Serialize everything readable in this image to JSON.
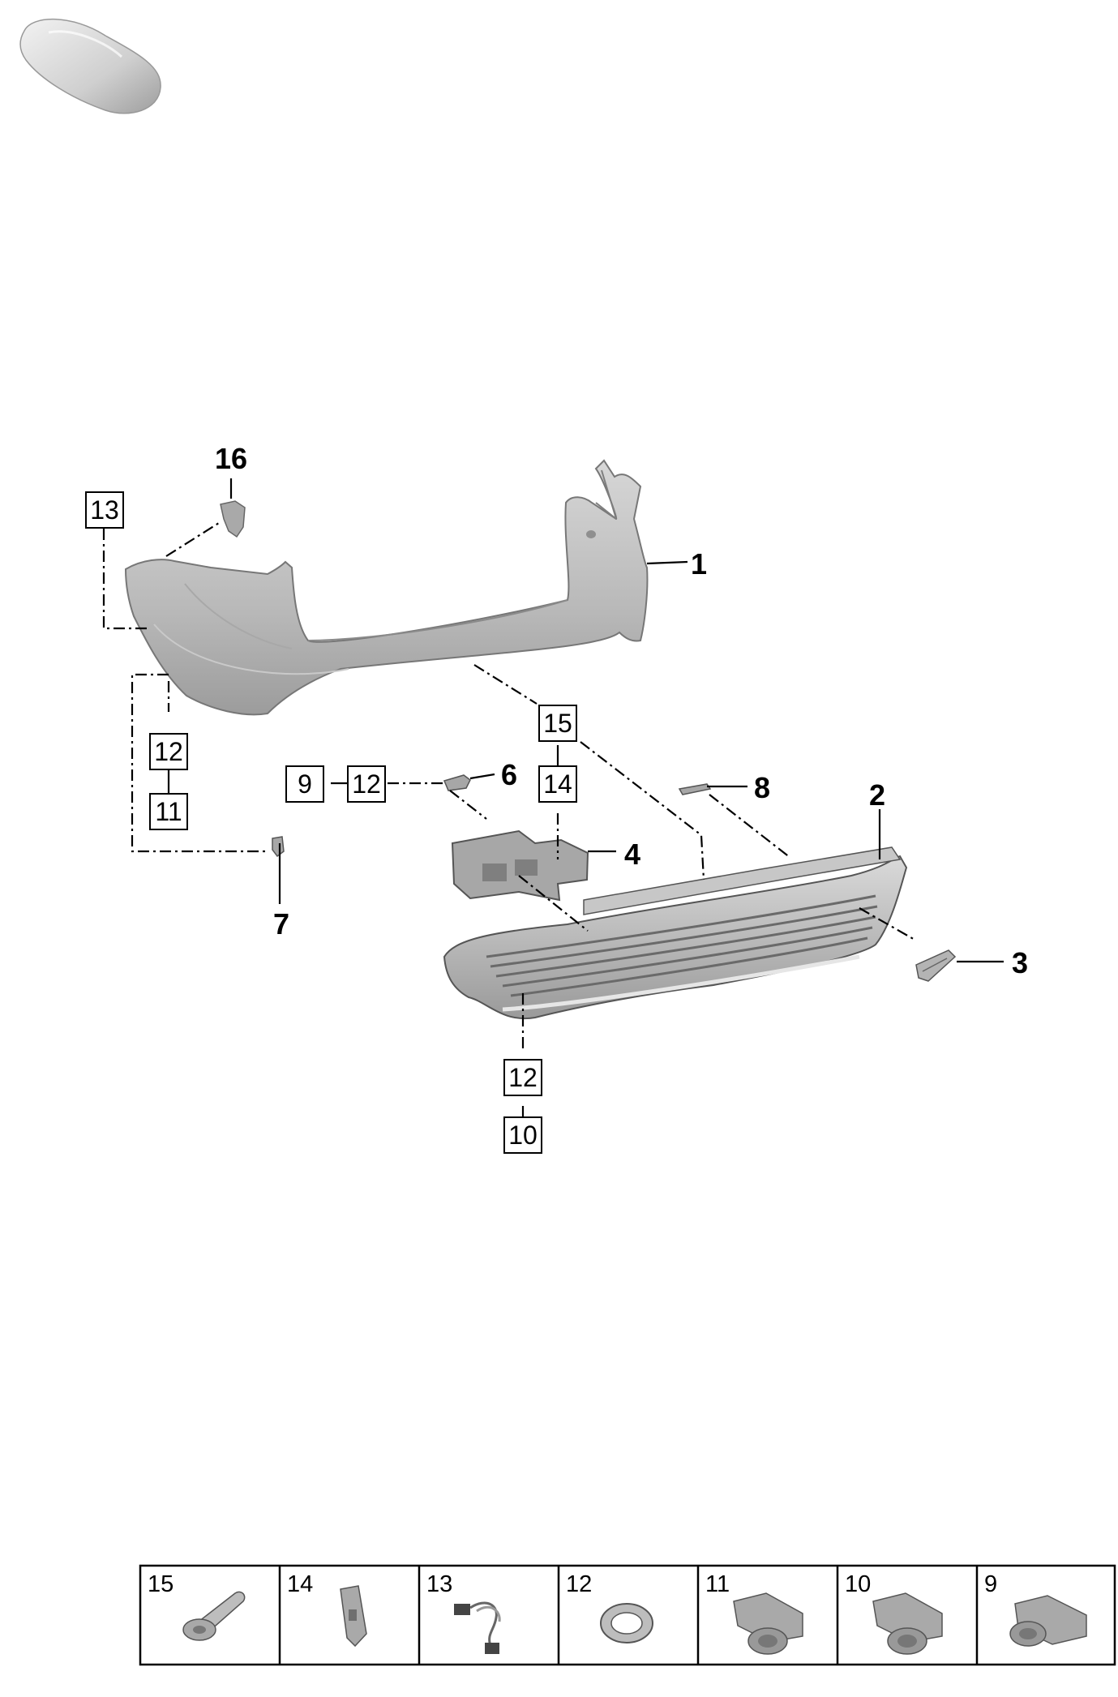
{
  "parts": {
    "p1": "1",
    "p2": "2",
    "p3": "3",
    "p4": "4",
    "p6": "6",
    "p7": "7",
    "p8": "8",
    "p16": "16"
  },
  "boxes": {
    "b13": "13",
    "b15": "15",
    "b14": "14",
    "b9": "9",
    "b12a": "12",
    "b11": "11",
    "b12b": "12",
    "b12c": "12",
    "b10": "10"
  },
  "legend": [
    {
      "number": "15",
      "icon": "screw-icon"
    },
    {
      "number": "14",
      "icon": "bracket-clip-icon"
    },
    {
      "number": "13",
      "icon": "wiring-harness-icon"
    },
    {
      "number": "12",
      "icon": "sensor-ring-icon"
    },
    {
      "number": "11",
      "icon": "parking-sensor-icon"
    },
    {
      "number": "10",
      "icon": "parking-sensor-icon"
    },
    {
      "number": "9",
      "icon": "parking-sensor-icon"
    }
  ],
  "colors": {
    "part_fill": "#bdbdbd",
    "part_dark": "#8c8c8c",
    "part_light": "#e3e3e3",
    "line": "#000000"
  }
}
